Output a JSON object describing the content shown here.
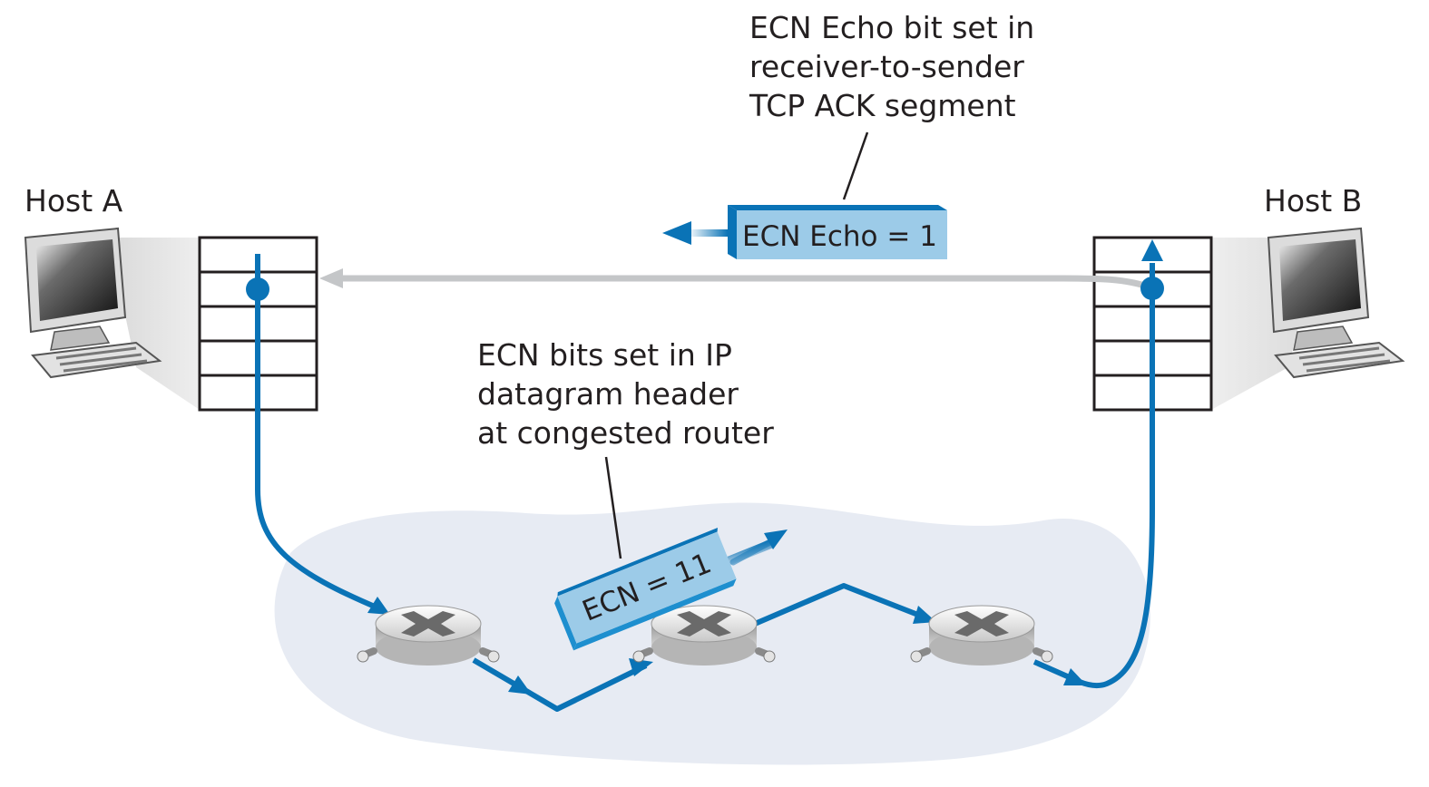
{
  "hosts": {
    "a_label": "Host A",
    "b_label": "Host B"
  },
  "callouts": {
    "echo": [
      "ECN Echo bit set in",
      "receiver-to-sender",
      "TCP ACK segment"
    ],
    "ecn": [
      "ECN bits set in IP",
      "datagram header",
      "at congested router"
    ]
  },
  "segments": {
    "echo_label": "ECN Echo = 1",
    "ecn_label": "ECN = 11"
  },
  "colors": {
    "path_blue": "#0a73b6",
    "packet_fill": "#9ccbe8",
    "packet_side": "#1e8fcf",
    "ack_gray": "#c4c6c8",
    "network_cloud": "#e7ebf3",
    "stack_border": "#231f20"
  },
  "icons": [
    "desktop-computer-icon",
    "router-icon"
  ]
}
